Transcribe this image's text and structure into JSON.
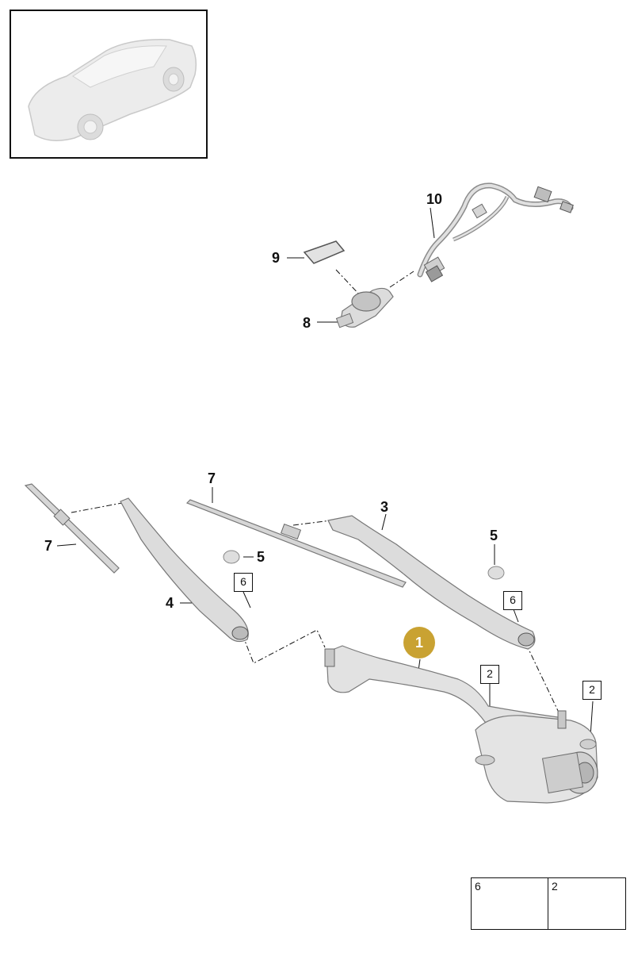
{
  "callouts": {
    "c10": "10",
    "c9": "9",
    "c8": "8",
    "c7_top": "7",
    "c3": "3",
    "c7_left": "7",
    "c5_mid": "5",
    "c6_mid": "6",
    "c5_right": "5",
    "c6_right": "6",
    "c4": "4",
    "c1": "1",
    "c2_mid": "2",
    "c2_right": "2"
  },
  "legend": {
    "left_num": "6",
    "right_num": "2"
  },
  "colors": {
    "highlight": "#c9a232",
    "part_fill": "#e6e6e6",
    "part_stroke": "#9a9a9a",
    "line": "#111111"
  }
}
